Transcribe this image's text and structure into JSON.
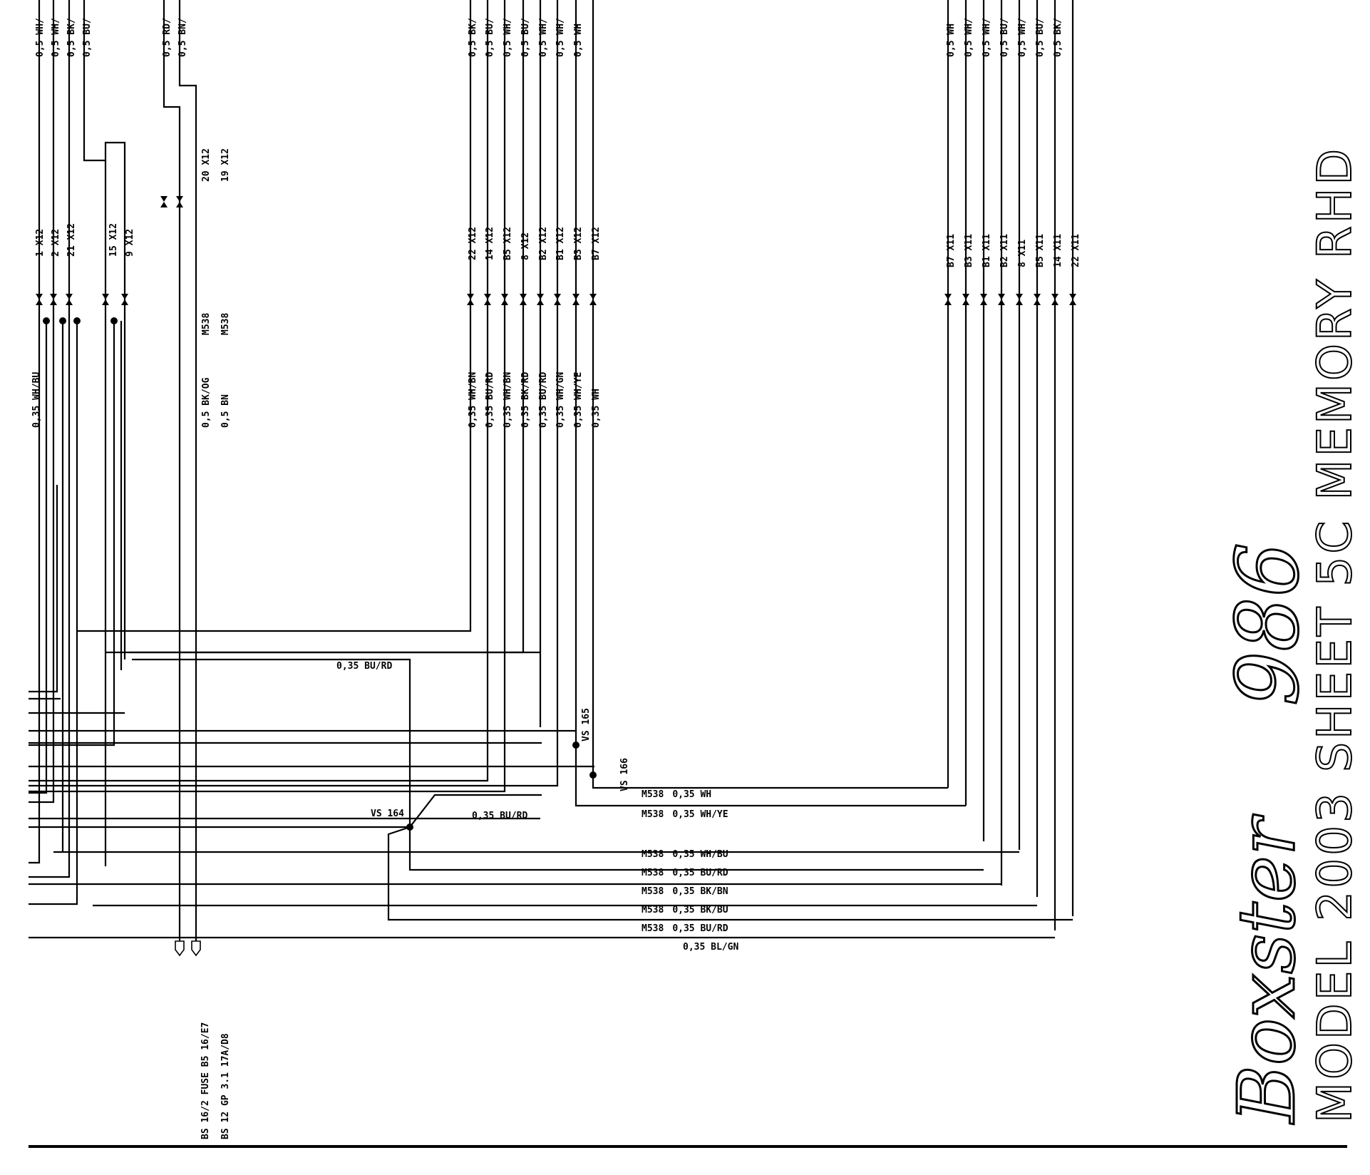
{
  "title_block": {
    "brand": "Boxster",
    "model_number": "986",
    "sheet_title": "MODEL 2003 SHEET 5C MEMORY RHD"
  },
  "top_wires_left": [
    "0,5 WH/",
    "0,5 WH/",
    "0,5 BK/",
    "0,5 BU/"
  ],
  "top_wires_mid": [
    "0,5 RD/",
    "0,5 BN/"
  ],
  "top_wires_center": [
    "0,5 BK/",
    "0,5 BU/",
    "0,5 WH/",
    "0,5 BU/",
    "0,5 WH/",
    "0,5 WH/",
    "0,5 WH"
  ],
  "top_wires_right": [
    "0,5 WH",
    "0,5 WH/",
    "0,5 WH/",
    "0,5 BU/",
    "0,5 WH/",
    "0,5 BU/",
    "0,5 BK/"
  ],
  "pins_left": [
    "1 X12",
    "2 X12",
    "21 X12",
    "15 X12",
    "9 X12"
  ],
  "pins_mid": [
    "20 X12",
    "19 X12"
  ],
  "pins_center": [
    "22 X12",
    "14 X12",
    "B5 X12",
    "8 X12",
    "B2 X12",
    "B1 X12",
    "B3 X12",
    "B7 X12"
  ],
  "pins_right": [
    "B7 X11",
    "B3 X11",
    "B1 X11",
    "B2 X11",
    "8 X11",
    "B5 X11",
    "14 X11",
    "22 X11"
  ],
  "wire_labels_left": [
    "0,35 WH/BU"
  ],
  "wire_labels_mid": [
    "M538",
    "M538",
    "0,5 BK/OG",
    "0,5 BN"
  ],
  "wire_labels_center": [
    "0,35 WH/BN",
    "0,35 BU/RD",
    "0,35 WH/BN",
    "0,35 BK/RD",
    "0,35 BU/RD",
    "0,35 WH/GN",
    "0,35 WH/YE",
    "0,35 WH"
  ],
  "splices": [
    "VS 164",
    "VS 165",
    "VS 166"
  ],
  "horizontal_labels": {
    "bu_rd_upper": "0,35 BU/RD",
    "bu_rd_lower": "0,35 BU/RD"
  },
  "bus_labels": [
    {
      "code": "M538",
      "wire": "0,35 WH"
    },
    {
      "code": "M538",
      "wire": "0,35 WH/YE"
    },
    {
      "code": "M538",
      "wire": "0,35 WH/BU"
    },
    {
      "code": "M538",
      "wire": "0,35 BU/RD"
    },
    {
      "code": "M538",
      "wire": "0,35 BK/BN"
    },
    {
      "code": "M538",
      "wire": "0,35 BK/BU"
    },
    {
      "code": "M538",
      "wire": "0,35 BU/RD"
    },
    {
      "code": "",
      "wire": "0,35 BL/GN"
    }
  ],
  "bottom_refs": [
    "BS 16/2 FUSE B5 16/E7",
    "BS 12 GP 3.1 17A/D8"
  ]
}
